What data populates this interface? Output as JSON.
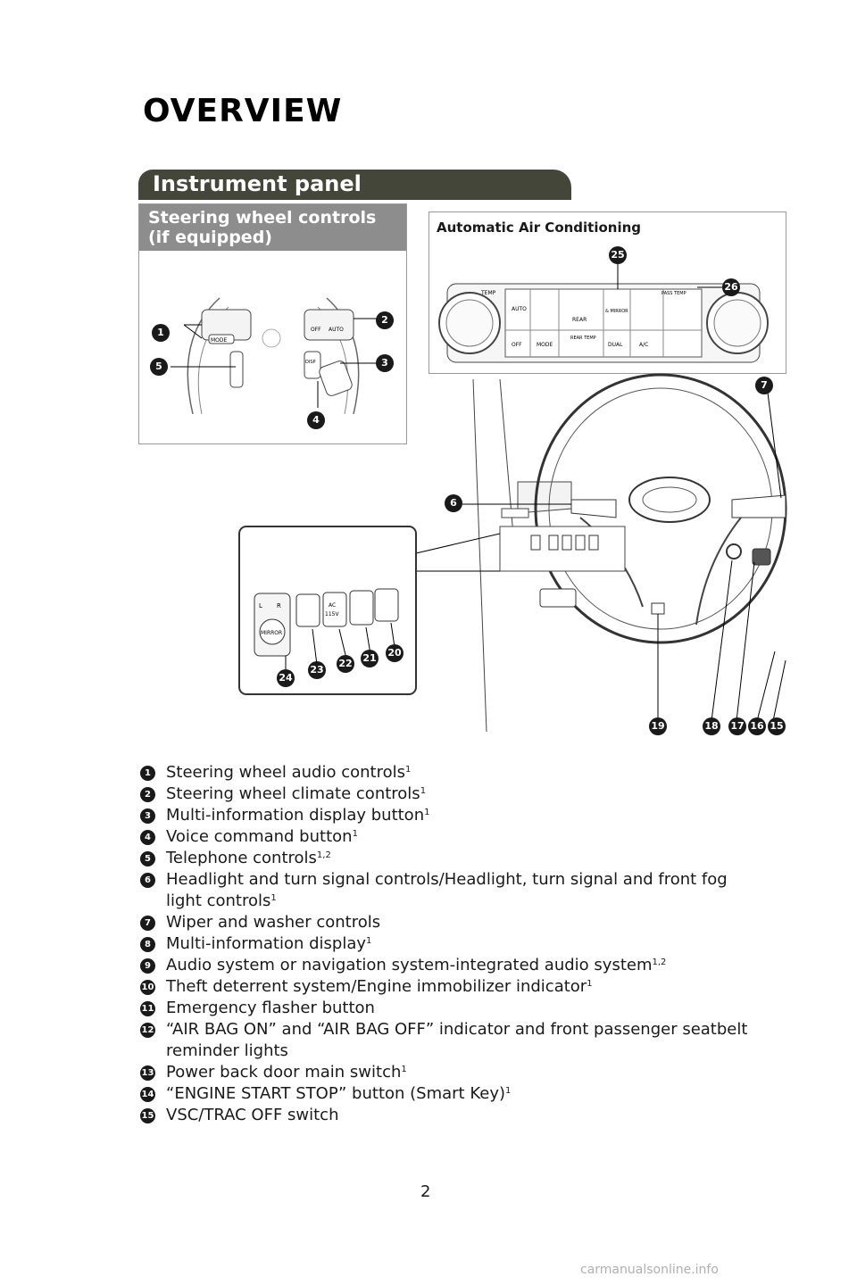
{
  "page": {
    "title": "OVERVIEW",
    "section": "Instrument panel",
    "page_number": "2",
    "watermark": "carmanualsonline.info"
  },
  "steering_box": {
    "header": "Steering wheel controls (if equipped)",
    "labels": {
      "mode": "MODE",
      "off": "OFF",
      "auto": "AUTO",
      "disp": "DISP"
    },
    "callouts": [
      "1",
      "2",
      "3",
      "4",
      "5"
    ]
  },
  "ac_box": {
    "title": "Automatic Air Conditioning",
    "labels": {
      "temp": "TEMP",
      "auto": "AUTO",
      "off": "OFF",
      "mode": "MODE",
      "rear": "REAR",
      "rear_temp": "REAR TEMP",
      "mirror": "& MIRROR",
      "pass_temp": "PASS TEMP",
      "dual": "DUAL",
      "ac": "A/C"
    },
    "callouts": [
      "25",
      "26"
    ]
  },
  "dash": {
    "callouts": [
      "6",
      "7",
      "15",
      "16",
      "17",
      "18",
      "19"
    ],
    "inset_labels": {
      "mirror": "MIRROR",
      "ac": "AC",
      "volt": "115V",
      "l": "L",
      "r": "R"
    },
    "inset_callouts": [
      "20",
      "21",
      "22",
      "23",
      "24"
    ]
  },
  "legend": [
    {
      "n": "1",
      "text": "Steering wheel audio controls",
      "sup": "1"
    },
    {
      "n": "2",
      "text": "Steering wheel climate controls",
      "sup": "1"
    },
    {
      "n": "3",
      "text": "Multi-information display button",
      "sup": "1"
    },
    {
      "n": "4",
      "text": "Voice command button",
      "sup": "1"
    },
    {
      "n": "5",
      "text": "Telephone controls",
      "sup": "1,2"
    },
    {
      "n": "6",
      "text": "Headlight and turn signal controls/Headlight, turn signal and front fog light controls",
      "sup": "1"
    },
    {
      "n": "7",
      "text": "Wiper and washer controls",
      "sup": ""
    },
    {
      "n": "8",
      "text": "Multi-information display",
      "sup": "1"
    },
    {
      "n": "9",
      "text": "Audio system or navigation system-integrated audio system",
      "sup": "1,2"
    },
    {
      "n": "10",
      "text": "Theft deterrent system/Engine immobilizer indicator",
      "sup": "1"
    },
    {
      "n": "11",
      "text": "Emergency flasher button",
      "sup": ""
    },
    {
      "n": "12",
      "text": "“AIR BAG ON” and “AIR BAG OFF” indicator and front passenger seatbelt reminder lights",
      "sup": ""
    },
    {
      "n": "13",
      "text": "Power back door main switch",
      "sup": "1"
    },
    {
      "n": "14",
      "text": "“ENGINE START STOP” button (Smart Key)",
      "sup": "1"
    },
    {
      "n": "15",
      "text": "VSC/TRAC OFF switch",
      "sup": ""
    }
  ]
}
